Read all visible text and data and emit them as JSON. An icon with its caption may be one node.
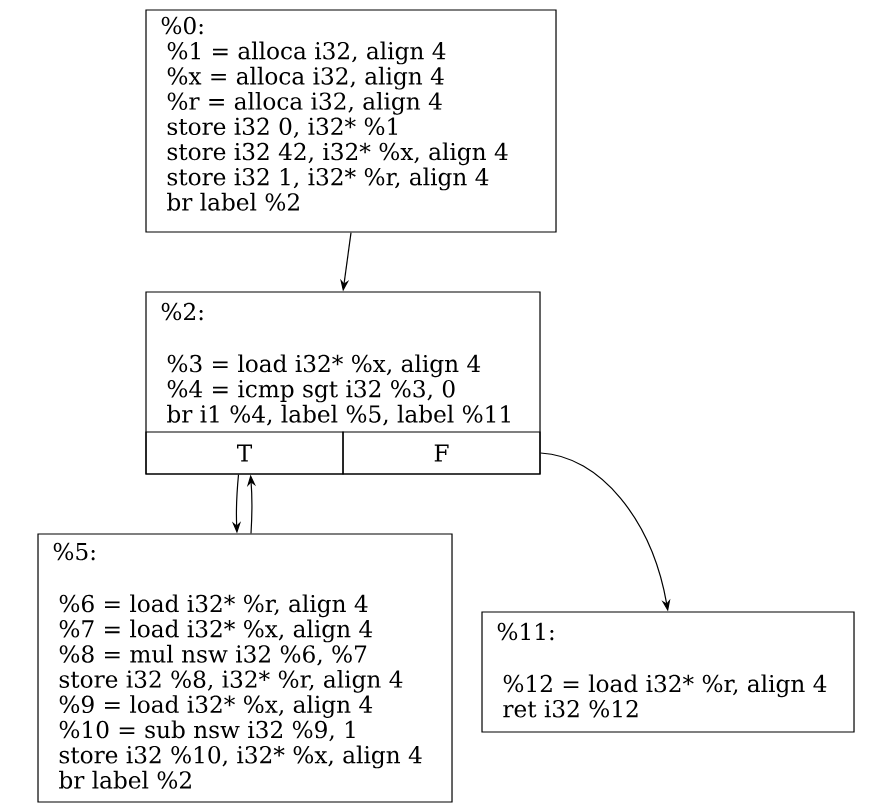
{
  "diagram": {
    "nodes": [
      {
        "text": [
          "%0:",
          "%1 = alloca i32, align 4",
          "%x = alloca i32, align 4",
          "%r = alloca i32, align 4",
          "store i32 0, i32* %1",
          "store i32 42, i32* %x, align 4",
          "store i32 1, i32* %r, align 4",
          "br label %2"
        ]
      },
      {
        "text": [
          "%2:",
          "%3 = load i32* %x, align 4",
          "%4 = icmp sgt i32 %3, 0",
          "br i1 %4, label %5, label %11"
        ]
      },
      {
        "text": [
          "T"
        ],
        "in": 1
      },
      {
        "text": [
          "F"
        ],
        "in": 1
      },
      {
        "text": [
          "%5:",
          "%6 = load i32* %r, align 4",
          "%7 = load i32* %x, align 4",
          "%8 = mul nsw i32 %6, %7",
          "store i32 %8, i32* %r, align 4",
          "%9 = load i32* %x, align 4",
          "%10 = sub nsw i32 %9, 1",
          "store i32 %10, i32* %x, align 4",
          "br label %2"
        ]
      },
      {
        "text": [
          "%11:",
          "%12 = load i32* %r, align 4",
          "ret i32 %12"
        ]
      }
    ],
    "edges": [
      {
        "from": 0,
        "to": 1,
        "arrow": "to"
      },
      {
        "from": 2,
        "to": 4,
        "arrow": "to"
      },
      {
        "from": 4,
        "to": 2,
        "arrow": "to"
      },
      {
        "from": 3,
        "to": 5,
        "arrow": "to"
      }
    ]
  }
}
